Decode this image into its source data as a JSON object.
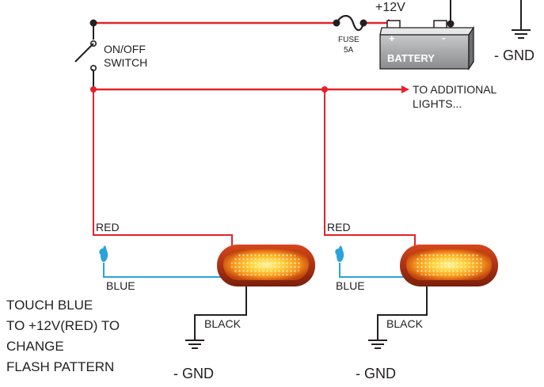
{
  "supply": {
    "voltage_label": "+12V",
    "fuse_label": "FUSE",
    "fuse_rating": "5A",
    "battery_label": "BATTERY",
    "battery_pos": "+",
    "battery_neg": "-",
    "ground_label": "- GND"
  },
  "switch": {
    "line1": "ON/OFF",
    "line2": "SWITCH"
  },
  "additional": {
    "line1": "TO ADDITIONAL",
    "line2": "LIGHTS..."
  },
  "light_left": {
    "red_label": "RED",
    "blue_label": "BLUE",
    "black_label": "BLACK",
    "ground_label": "- GND"
  },
  "light_right": {
    "red_label": "RED",
    "blue_label": "BLUE",
    "black_label": "BLACK",
    "ground_label": "- GND"
  },
  "note": {
    "line1": "TOUCH BLUE",
    "line2": "TO +12V(RED) TO",
    "line3": "CHANGE",
    "line4": "FLASH PATTERN"
  },
  "colors": {
    "red_wire": "#e3222b",
    "blue_wire": "#2aa3dc",
    "black_wire": "#231f20",
    "battery_top": "#e6e7e8",
    "battery_body": "#a7a9ac",
    "led_amber": "#f7941d"
  }
}
